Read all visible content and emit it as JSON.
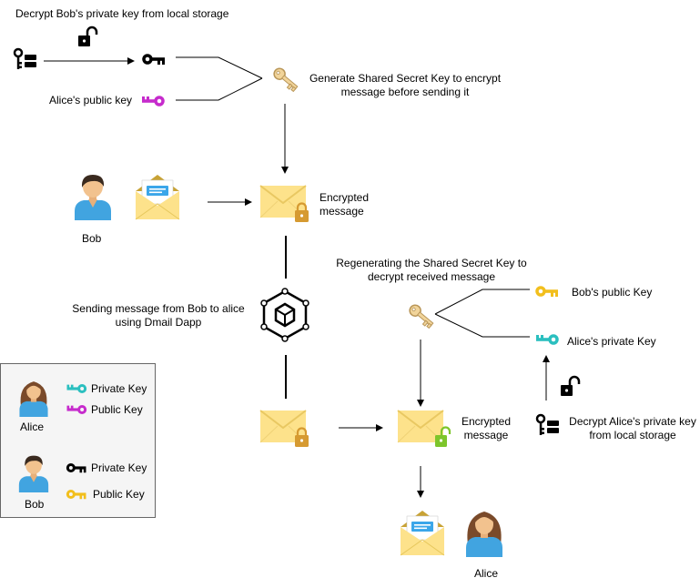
{
  "colors": {
    "bob_private_key": "#000000",
    "alice_public_key": "#c62bcc",
    "alice_private_key": "#2bbfbf",
    "bob_public_key": "#f2bf1d",
    "shared_key": "#f1d49a",
    "envelope": "#fde28b",
    "padlock_locked": "#d69a31",
    "padlock_open": "#7dc52b",
    "letter": "#3ba6e9"
  },
  "labels": {
    "decrypt_bob": "Decrypt Bob's private key from local storage",
    "alice_public": "Alice's public key",
    "generate_shared": "Generate Shared Secret Key to encrypt message before sending it",
    "bob": "Bob",
    "encrypted_top": "Encrypted message",
    "regenerate": "Regenerating the  Shared Secret Key to decrypt  received message",
    "bob_public": "Bob's public Key",
    "sending": "Sending message from Bob to alice using Dmail Dapp",
    "alice_private": "Alice's private Key",
    "encrypted_bottom": "Encrypted message",
    "decrypt_alice": "Decrypt Alice's private key from local storage",
    "alice": "Alice"
  },
  "legend": {
    "alice": {
      "name": "Alice",
      "private_key": "Private Key",
      "public_key": "Public Key"
    },
    "bob": {
      "name": "Bob",
      "private_key": "Private Key",
      "public_key": "Public Key"
    }
  },
  "icons": [
    "storage-icon",
    "padlock-open-icon",
    "key-icon",
    "envelope-icon",
    "padlock-icon",
    "person-icon",
    "blockchain-icon",
    "letter-icon"
  ]
}
